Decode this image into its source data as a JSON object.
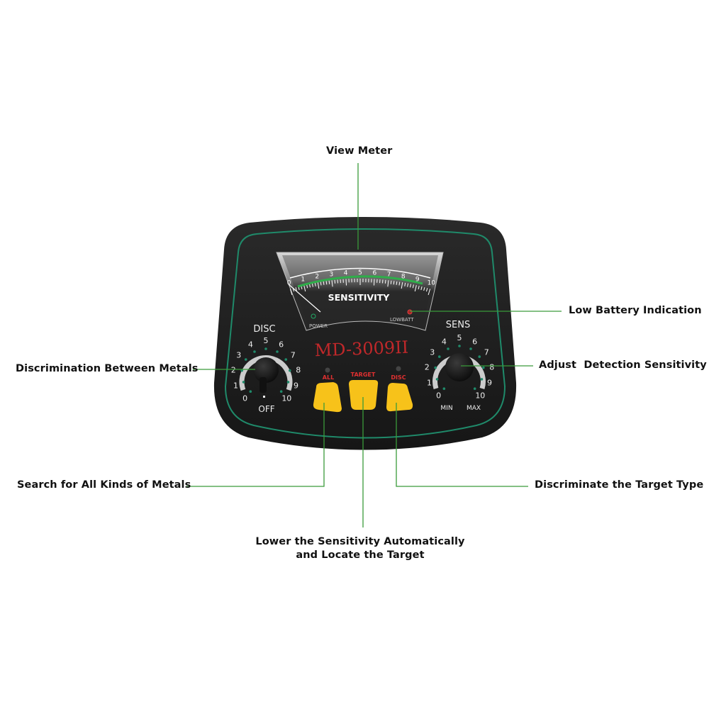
{
  "callouts": {
    "view_meter": "View Meter",
    "low_battery": "Low Battery Indication",
    "discrimination": "Discrimination Between Metals",
    "adjust_sensitivity": "Adjust  Detection Sensitivity",
    "search_all": "Search for All Kinds of Metals",
    "discriminate_target": "Discriminate the Target Type",
    "lower_sensitivity_line1": "Lower the Sensitivity Automatically",
    "lower_sensitivity_line2": "and Locate the Target"
  },
  "device": {
    "model": "MD-3009II",
    "meter_title": "SENSITIVITY",
    "meter_scale": [
      "0",
      "1",
      "2",
      "3",
      "4",
      "5",
      "6",
      "7",
      "8",
      "9",
      "10"
    ],
    "power_label": "POWER",
    "lowbatt_label": "LOWBATT",
    "disc_knob": {
      "title": "DISC",
      "off_label": "OFF",
      "scale": [
        "0",
        "1",
        "2",
        "3",
        "4",
        "5",
        "6",
        "7",
        "8",
        "9",
        "10"
      ]
    },
    "sens_knob": {
      "title": "SENS",
      "min_label": "MIN",
      "max_label": "MAX",
      "scale": [
        "0",
        "1",
        "2",
        "3",
        "4",
        "5",
        "6",
        "7",
        "8",
        "9",
        "10"
      ]
    },
    "buttons": {
      "all": "ALL",
      "target": "TARGET",
      "disc": "DISC"
    },
    "colors": {
      "body": "#1e1e1e",
      "trim": "#1f8a6a",
      "button": "#f7c21a",
      "model_text": "#c0282a",
      "leader": "#3a9a3a",
      "meter_green": "#2fae4a"
    }
  }
}
